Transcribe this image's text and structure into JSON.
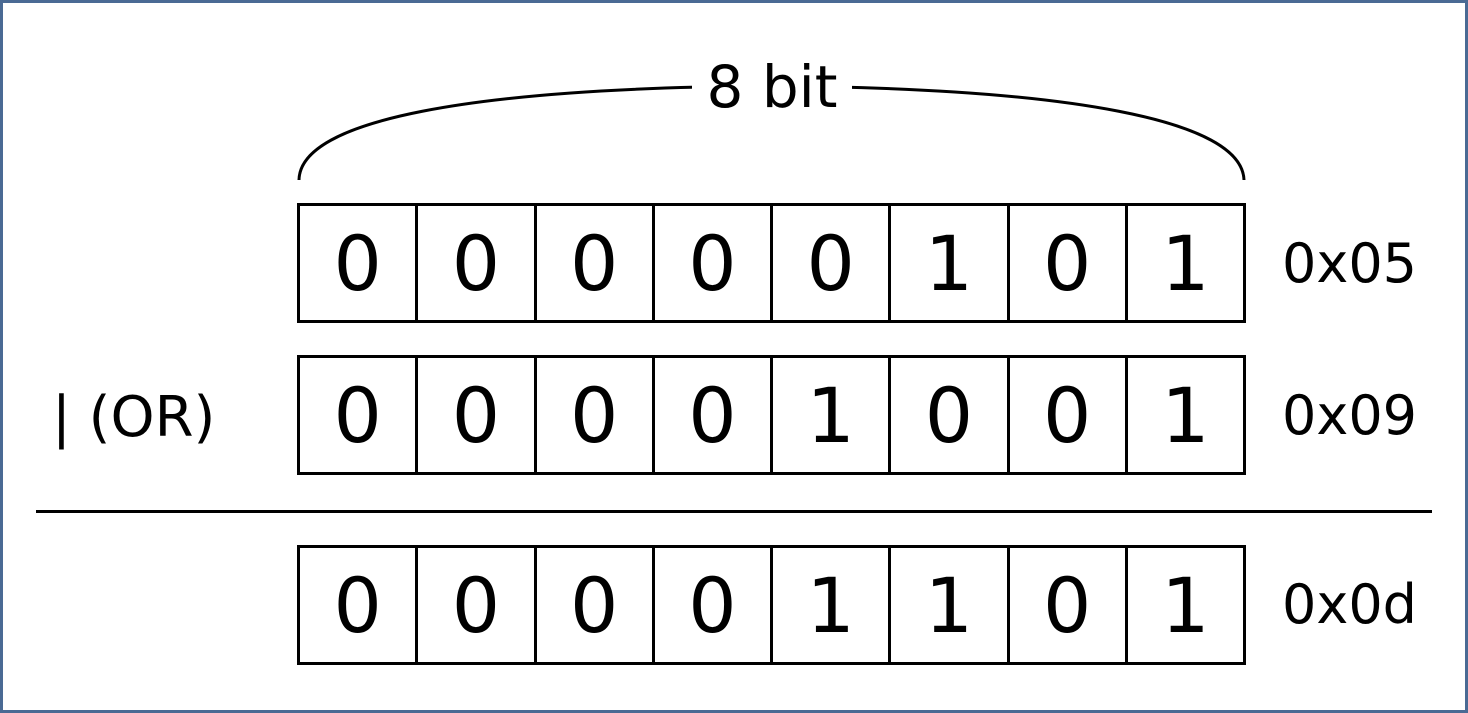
{
  "brace_label": "8 bit",
  "operator_label": "| (OR)",
  "rows": [
    {
      "bits": [
        "0",
        "0",
        "0",
        "0",
        "0",
        "1",
        "0",
        "1"
      ],
      "hex": "0x05"
    },
    {
      "bits": [
        "0",
        "0",
        "0",
        "0",
        "1",
        "0",
        "0",
        "1"
      ],
      "hex": "0x09"
    },
    {
      "bits": [
        "0",
        "0",
        "0",
        "0",
        "1",
        "1",
        "0",
        "1"
      ],
      "hex": "0x0d"
    }
  ]
}
